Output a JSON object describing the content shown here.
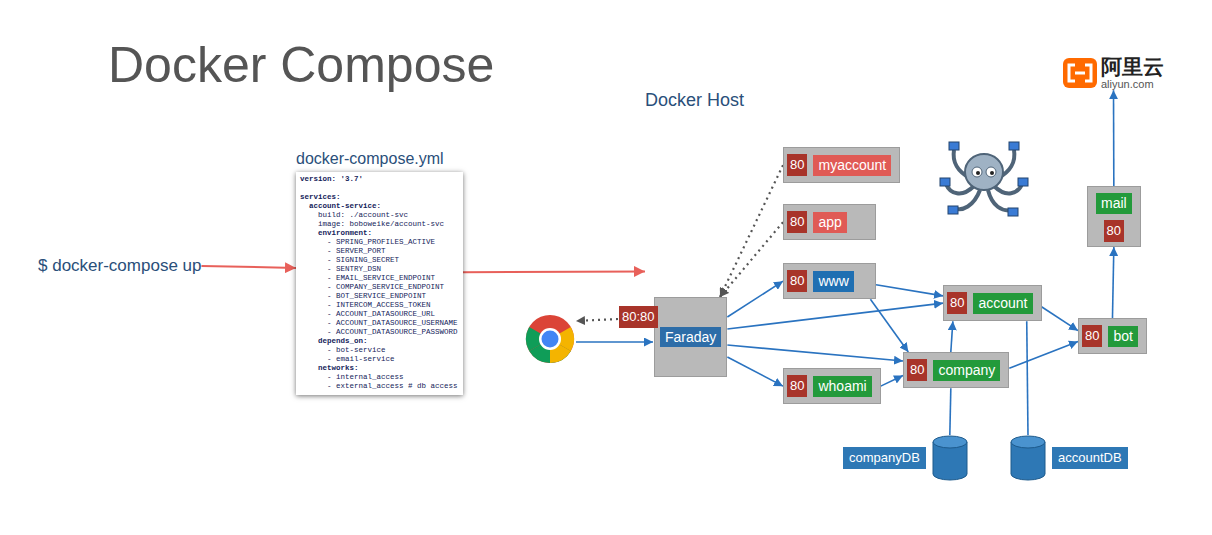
{
  "diagram": {
    "title": "Docker Compose",
    "nodes": [
      {
        "text": [
          "docker-compose.yml",
          "version: '3.7'",
          "services:",
          "  account-service:",
          "    build: ./account-svc",
          "    image: boboweike/account-svc",
          "    environment:",
          "      - SPRING_PROFILES_ACTIVE",
          "      - SERVER_PORT",
          "      - SIGNING_SECRET",
          "      - SENTRY_DSN",
          "      - EMAIL_SERVICE_ENDPOINT",
          "      - COMPANY_SERVICE_ENDPOINT",
          "      - BOT_SERVICE_ENDPOINT",
          "      - INTERCOM_ACCESS_TOKEN",
          "      - ACCOUNT_DATASOURCE_URL",
          "      - ACCOUNT_DATASOURCE_USERNAME",
          "      - ACCOUNT_DATASOURCE_PASSWORD",
          "    depends_on:",
          "      - bot-service",
          "      - email-service",
          "    networks:",
          "      - internal_access",
          "      - external_access # db access"
        ]
      },
      {
        "text": [
          "$ docker-compose up"
        ]
      },
      {
        "text": [
          "Docker Host"
        ]
      },
      {
        "text": [
          "阿里云",
          "aliyun.com"
        ]
      },
      {
        "text": [
          "80",
          "myaccount"
        ],
        "in": 2
      },
      {
        "text": [
          "80",
          "app"
        ],
        "in": 2
      },
      {
        "text": [
          "mail",
          "80"
        ],
        "in": 2
      },
      {
        "text": [
          "80",
          "www"
        ],
        "in": 2
      },
      {
        "text": [
          "80",
          "account"
        ],
        "in": 2
      },
      {
        "text": [
          "80:80",
          "Faraday"
        ],
        "in": 2
      },
      {
        "text": [
          "80",
          "bot"
        ],
        "in": 2
      },
      {
        "text": [
          "80",
          "company"
        ],
        "in": 2
      },
      {
        "text": [
          "80",
          "whoami"
        ],
        "in": 2
      },
      {
        "text": [
          "companyDB"
        ]
      },
      {
        "text": [
          "accountDB"
        ]
      }
    ],
    "edges": [
      {
        "from": 1,
        "to": 0,
        "arrow": "to"
      },
      {
        "from": 0,
        "to": 2,
        "arrow": "to"
      },
      {
        "from": 4,
        "to": 9,
        "arrow": "to"
      },
      {
        "from": 5,
        "to": 9,
        "arrow": "to"
      },
      {
        "from": 9,
        "to": 7,
        "arrow": "to"
      },
      {
        "from": 9,
        "to": 8,
        "arrow": "to"
      },
      {
        "from": 9,
        "to": 11,
        "arrow": "to"
      },
      {
        "from": 9,
        "to": 12,
        "arrow": "to"
      },
      {
        "from": 7,
        "to": 8,
        "arrow": "to"
      },
      {
        "from": 7,
        "to": 11,
        "arrow": "to"
      },
      {
        "from": 12,
        "to": 11,
        "arrow": "to"
      },
      {
        "from": 11,
        "to": 8,
        "arrow": "to"
      },
      {
        "from": 8,
        "to": 10,
        "arrow": "to"
      },
      {
        "from": 11,
        "to": 10,
        "arrow": "to"
      },
      {
        "from": 10,
        "to": 6,
        "arrow": "to"
      },
      {
        "from": 6,
        "to": 3,
        "arrow": "to"
      },
      {
        "from": 11,
        "to": 13,
        "arrow": "none"
      },
      {
        "from": 8,
        "to": 14,
        "arrow": "none"
      }
    ]
  }
}
